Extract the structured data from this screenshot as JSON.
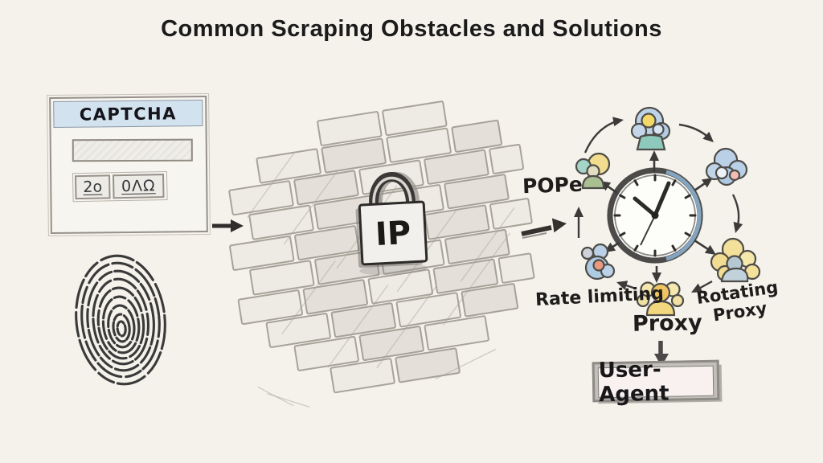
{
  "title": "Common Scraping Obstacles and Solutions",
  "captcha": {
    "header": "CAPTCHA",
    "input_value": "",
    "challenge_boxes": [
      "2o",
      "0ΛΩ"
    ]
  },
  "firewall": {
    "lock_label": "IP"
  },
  "rotation_cycle": {
    "pope_label": "POPe",
    "rate_limiting_label": "Rate limiting",
    "proxy_label": "Proxy",
    "rotating_proxy_line1": "Rotating",
    "rotating_proxy_line2": "Proxy"
  },
  "user_agent": {
    "label": "User-Agent"
  },
  "colors": {
    "background": "#f5f2ec",
    "ink": "#2b2b2b",
    "pencil": "#938d84",
    "captcha_header_fill": "#d3e2ef",
    "clock_rim_blue": "#8fb4d4",
    "cloud_blue": "#b9d0e6",
    "cloud_yellow": "#f1dd92",
    "person_teal": "#8ecabc",
    "accent_salmon": "#e8997f",
    "accent_pink": "#f2bcb2"
  }
}
